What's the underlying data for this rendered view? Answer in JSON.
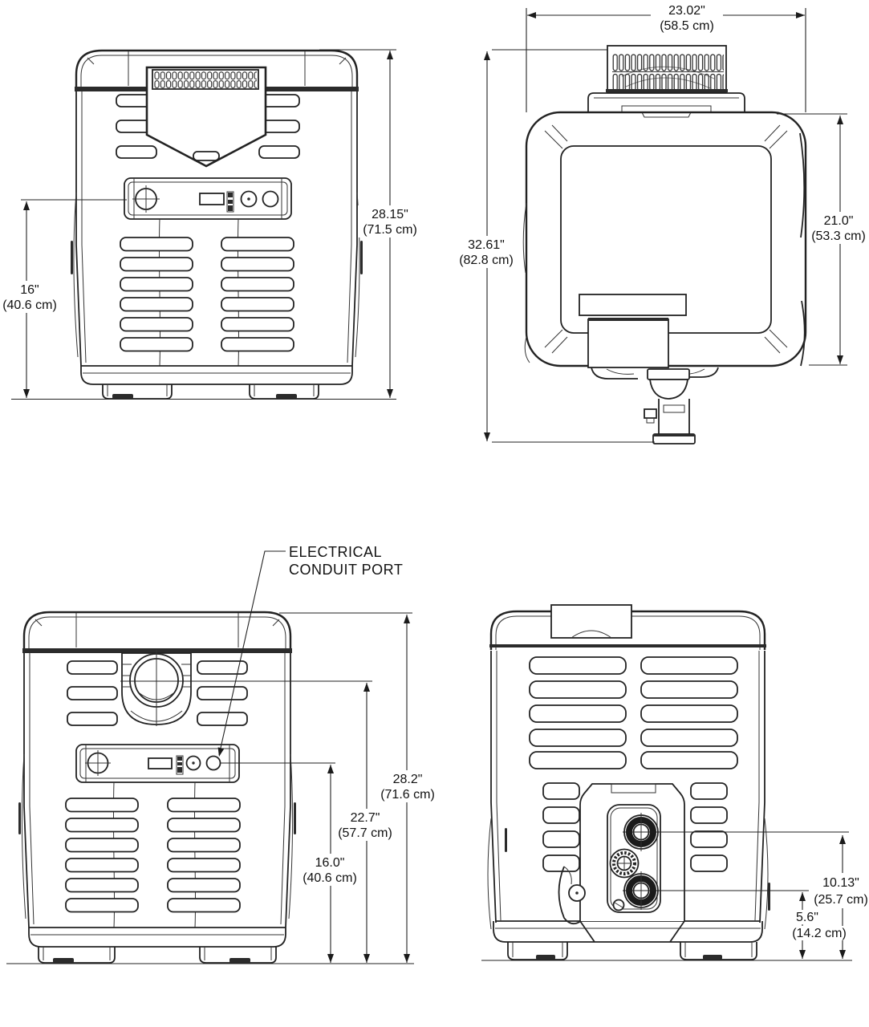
{
  "document": {
    "type": "dimension-drawing",
    "subject": "pool heater - four orthographic views with dimensions"
  },
  "views": [
    {
      "id": "front-view-with-shield",
      "dimensions": {
        "overall_height": {
          "inches": "28.15\"",
          "metric": "(71.5 cm)"
        },
        "control_panel_height": {
          "inches": "16\"",
          "metric": "(40.6 cm)"
        }
      }
    },
    {
      "id": "top-view",
      "dimensions": {
        "overall_width": {
          "inches": "23.02\"",
          "metric": "(58.5 cm)"
        },
        "overall_depth": {
          "inches": "32.61\"",
          "metric": "(82.8 cm)"
        },
        "body_depth": {
          "inches": "21.0\"",
          "metric": "(53.3 cm)"
        }
      }
    },
    {
      "id": "front-view-conduit-port",
      "callout": {
        "line1": "ELECTRICAL",
        "line2": "CONDUIT PORT"
      },
      "dimensions": {
        "overall_height": {
          "inches": "28.2\"",
          "metric": "(71.6 cm)"
        },
        "conduit_port_height": {
          "inches": "22.7\"",
          "metric": "(57.7 cm)"
        },
        "control_panel_height": {
          "inches": "16.0\"",
          "metric": "(40.6 cm)"
        }
      }
    },
    {
      "id": "rear-view",
      "dimensions": {
        "upper_port_height": {
          "inches": "10.13\"",
          "metric": "(25.7 cm)"
        },
        "lower_port_height": {
          "inches": "5.6\"",
          "metric": "(14.2 cm)"
        }
      }
    }
  ]
}
